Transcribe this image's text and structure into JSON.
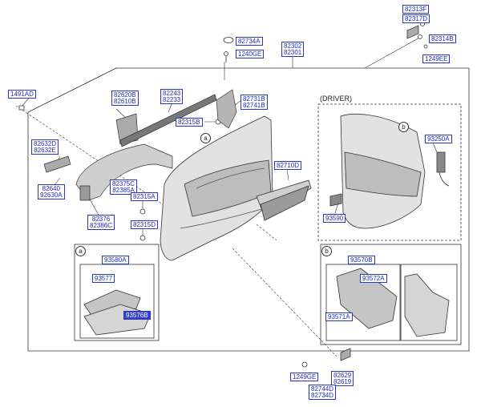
{
  "labels": {
    "p82313F": "82313F",
    "p82317D": "82317D",
    "p82314B": "82314B",
    "p1249EE": "1249EE",
    "p82734A": "82734A",
    "p1240GE": "1240GE",
    "p82302": "82302",
    "p82301": "82301",
    "p1491AD": "1491AD",
    "p82620B": "82620B",
    "p82610B": "82610B",
    "p82243": "82243",
    "p82233": "82233",
    "p82731B": "82731B",
    "p82741B": "82741B",
    "p82315B": "82315B",
    "p82632D": "82632D",
    "p82632E": "82632E",
    "p82640": "82640",
    "p92630A": "92630A",
    "p82375C": "82375C",
    "p82385A": "82385A",
    "p82315A": "82315A",
    "p82376": "82376",
    "p82386C": "82386C",
    "p82315D": "82315D",
    "p82710D": "82710D",
    "p93250A": "93250A",
    "p93590": "93590",
    "p93580A": "93580A",
    "p93577": "93577",
    "p93576B": "93576B",
    "p93570B": "93570B",
    "p93572A": "93572A",
    "p93571A": "93571A",
    "p1249GE": "1249GE",
    "p82629": "82629",
    "p82619": "82619",
    "p82744D": "82744D",
    "p82734D": "82734D"
  },
  "driver_label": "(DRIVER)",
  "markers": {
    "a": "a",
    "b": "b"
  },
  "selected_part": "93576B"
}
